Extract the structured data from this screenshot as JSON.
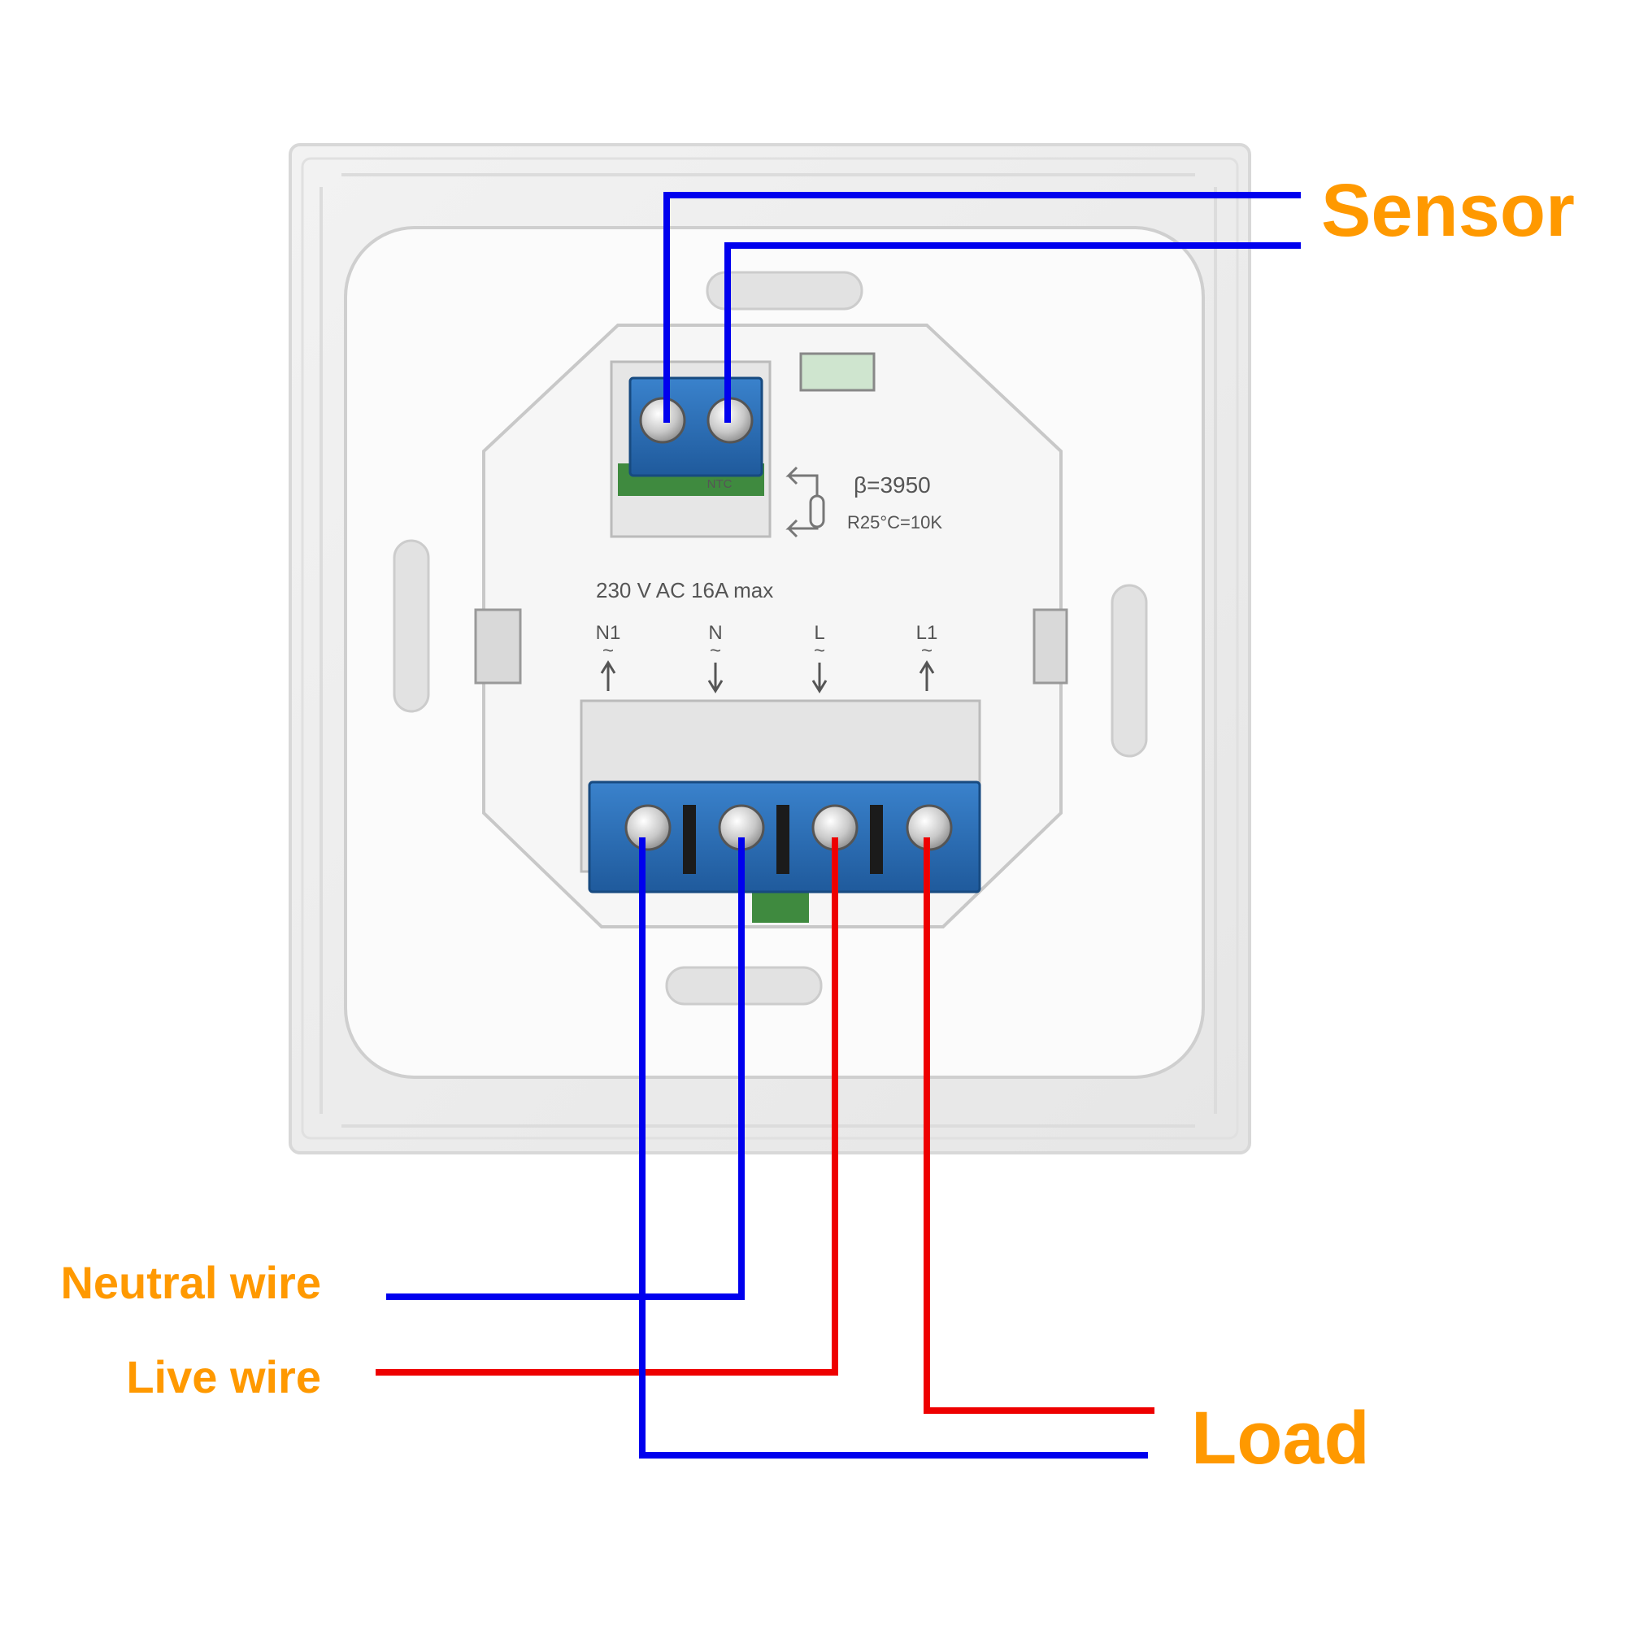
{
  "labels": {
    "sensor": "Sensor",
    "neutral": "Neutral wire",
    "live": "Live wire",
    "load": "Load"
  },
  "panel_text": {
    "beta": "β=3950",
    "resistance": "R25°C=10K",
    "rating": "230 V AC  16A max",
    "terminals": [
      {
        "name": "N1",
        "tilde": "~",
        "direction": "up"
      },
      {
        "name": "N",
        "tilde": "~",
        "direction": "down"
      },
      {
        "name": "L",
        "tilde": "~",
        "direction": "down"
      },
      {
        "name": "L1",
        "tilde": "~",
        "direction": "up"
      }
    ],
    "sensor_block_print": "NTC"
  },
  "colors": {
    "label": "#ff9900",
    "neutral_wire": "#0000ee",
    "live_wire": "#ee0000",
    "terminal_block": "#2a6eb8",
    "panel": "#f6f6f6",
    "print": "#555555"
  }
}
